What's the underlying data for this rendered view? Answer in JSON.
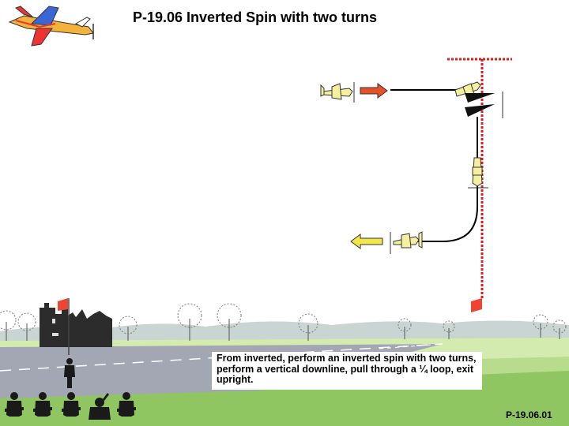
{
  "title": "P-19.06 Inverted Spin with two turns",
  "description": "From inverted, perform an inverted spin with two turns, perform a vertical downline, pull through a ¼ loop, exit upright.",
  "figure_number": "P-19.06.01",
  "colors": {
    "sky": "#ffffff",
    "grass_light": "#d6ebb0",
    "grass_mid": "#a9d17a",
    "grass_dark": "#6fae4a",
    "runway": "#a3a7b3",
    "hills": "#c9d5d2",
    "reference_line": "#e21a1a",
    "flight_path": "#000000",
    "entry_arrow": "#e8502a",
    "exit_arrow": "#f3e64a",
    "plane_body": "#f5f0a0",
    "flag": "#ee4433"
  },
  "icons": [
    "model-airplane-logo-icon",
    "entry-arrow-icon",
    "exit-arrow-icon",
    "spin-rotation-icon",
    "pilot-figure-icon",
    "judge-figure-icon",
    "flag-icon",
    "castle-ruins-icon",
    "tree-icon"
  ]
}
